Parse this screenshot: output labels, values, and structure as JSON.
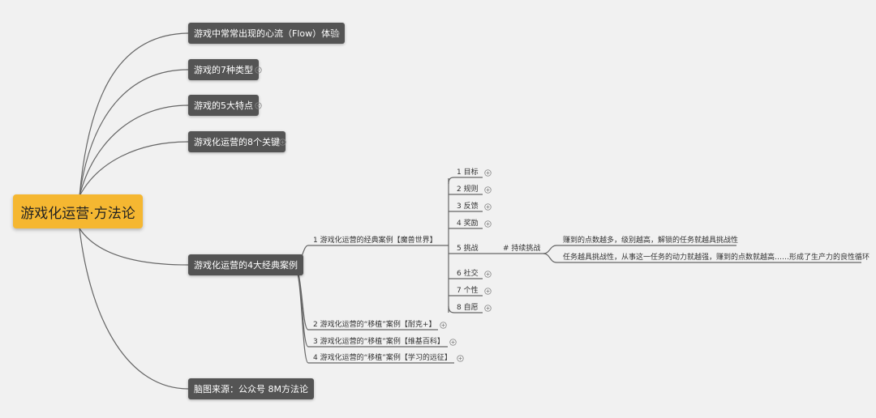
{
  "root": {
    "label": "游戏化运营·方法论"
  },
  "branches": [
    {
      "label": "游戏中常常出现的心流（Flow）体验",
      "expand_icon": "plus-circle-icon"
    },
    {
      "label": "游戏的7种类型",
      "expand_icon": "plus-circle-icon"
    },
    {
      "label": "游戏的5大特点",
      "expand_icon": "plus-circle-icon"
    },
    {
      "label": "游戏化运营的8个关键",
      "expand_icon": "plus-circle-icon"
    },
    {
      "label": "游戏化运营的4大经典案例"
    },
    {
      "label": "脑图来源：公众号 8M方法论"
    }
  ],
  "cases": [
    {
      "label": "1 游戏化运营的经典案例【魔兽世界】"
    },
    {
      "label": "2 游戏化运营的“移植”案例【耐克+】",
      "expand_icon": "plus-circle-icon"
    },
    {
      "label": "3 游戏化运营的“移植”案例【维基百科】",
      "expand_icon": "plus-circle-icon"
    },
    {
      "label": "4 游戏化运营的“移植”案例【学习的远征】",
      "expand_icon": "plus-circle-icon"
    }
  ],
  "elements": [
    {
      "label": "1 目标",
      "expand_icon": "plus-circle-icon"
    },
    {
      "label": "2 规则",
      "expand_icon": "plus-circle-icon"
    },
    {
      "label": "3 反馈",
      "expand_icon": "plus-circle-icon"
    },
    {
      "label": "4 奖励",
      "expand_icon": "plus-circle-icon"
    },
    {
      "label": "5 挑战"
    },
    {
      "label": "6 社交",
      "expand_icon": "plus-circle-icon"
    },
    {
      "label": "7 个性",
      "expand_icon": "plus-circle-icon"
    },
    {
      "label": "8 自愿",
      "expand_icon": "plus-circle-icon"
    }
  ],
  "challenge": {
    "label": "# 持续挑战",
    "notes": [
      "赚到的点数越多，级别越高，解锁的任务就越具挑战性",
      "任务越具挑战性，从事这一任务的动力就越强，赚到的点数就越高……形成了生产力的良性循环"
    ]
  },
  "colors": {
    "root_fill": "#f5b731",
    "node_fill": "#545454",
    "line": "#666666",
    "background": "#f1f1f1"
  }
}
